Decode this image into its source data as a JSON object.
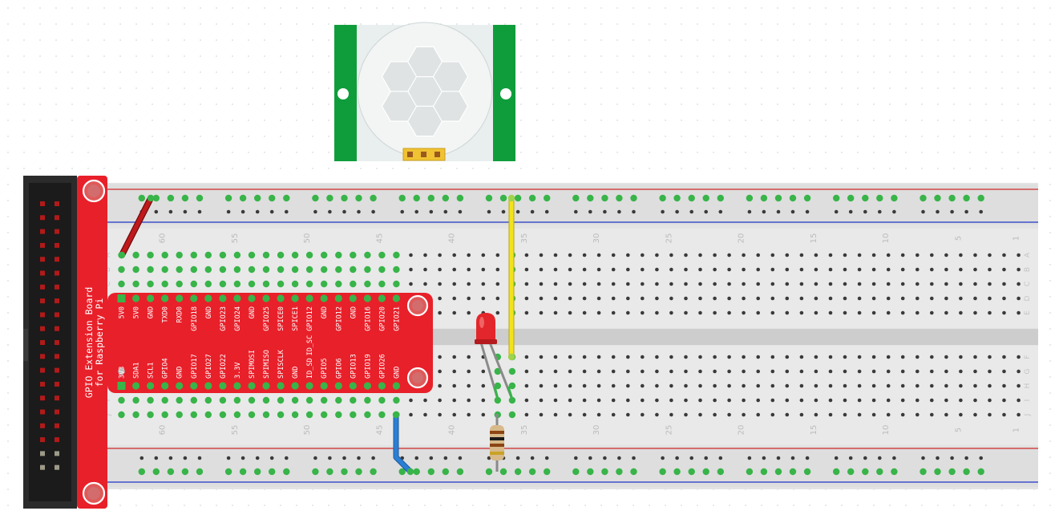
{
  "diagram": {
    "pir_sensor": {
      "name": "PIR motion sensor"
    },
    "extension_board": {
      "title_line1": "GPIO Extension Board",
      "title_line2": "for Raspberry Pi",
      "top_row": [
        "5V0",
        "5V0",
        "GND",
        "TXD0",
        "RXD0",
        "GPIO18",
        "GND",
        "GPIO23",
        "GPIO24",
        "GND",
        "GPIO25",
        "SPICE0",
        "SPICE1",
        "ID_SC GPIO12",
        "GND",
        "GPIO12",
        "GND",
        "GPIO16",
        "GPIO20",
        "GPIO21"
      ],
      "bottom_row": [
        "3V3",
        "SDA1",
        "SCL1",
        "GPIO4",
        "GND",
        "GPIO17",
        "GPIO27",
        "GPIO22",
        "3.3V",
        "SPIMOSI",
        "SPIMISO",
        "SPISCLK",
        "GND",
        "ID_SD",
        "GPIO5",
        "GPIO6",
        "GPIO13",
        "GPIO19",
        "GPIO26",
        "GND"
      ]
    },
    "breadboard": {
      "column_numbers": [
        "60",
        "55",
        "50",
        "45",
        "40",
        "35",
        "30",
        "25",
        "20",
        "15",
        "10",
        "5",
        "1"
      ],
      "row_letters_top": [
        "A",
        "B",
        "C",
        "D",
        "E"
      ],
      "row_letters_bottom": [
        "F",
        "G",
        "H",
        "I",
        "J"
      ]
    },
    "components": [
      "red LED",
      "resistor"
    ],
    "wires": [
      {
        "name": "power-wire",
        "color": "#c0191b"
      },
      {
        "name": "signal-wire",
        "color": "#f2e21c"
      },
      {
        "name": "ground-wire",
        "color": "#2b7fd4"
      }
    ],
    "colors": {
      "board_red": "#e8202a",
      "pcb_green": "#0f9d3b",
      "rail_red": "#d12a2a",
      "rail_blue": "#2034c8",
      "hole_green": "#38b449"
    }
  }
}
